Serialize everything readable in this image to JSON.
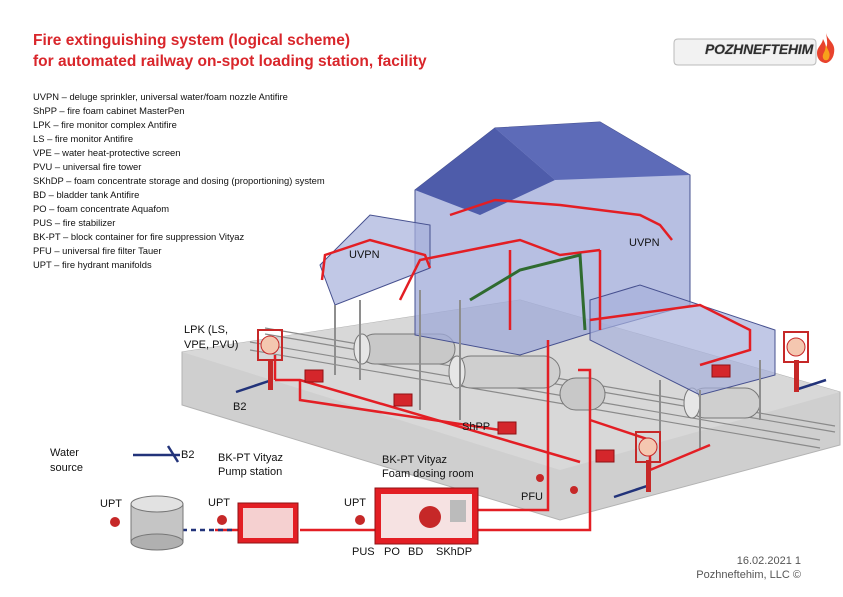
{
  "title": {
    "line1": "Fire extinguishing system (logical scheme)",
    "line2": "for automated railway on-spot loading station, facility"
  },
  "logo": {
    "text": "POZHNEFTEHIM",
    "icon": "flame-icon",
    "color": "#d9262b"
  },
  "legend": [
    "UVPN – deluge sprinkler, universal water/foam nozzle Antifire",
    "ShPP – fire foam cabinet MasterPen",
    "LPK – fire monitor complex Antifire",
    "LS – fire monitor Antifire",
    "VPE – water heat-protective screen",
    "PVU – universal fire tower",
    "SKhDP – foam concentrate storage and dosing (proportioning) system",
    "BD – bladder tank Antifire",
    "PO – foam concentrate Aquafom",
    "PUS – fire stabilizer",
    "BK-PT – block container for fire suppression Vityaz",
    "PFU – universal fire filter Tauer",
    "UPT – fire hydrant manifolds"
  ],
  "labels": {
    "uvpn_left": "UVPN",
    "uvpn_right": "UVPN",
    "lpk_line1": "LPK (LS,",
    "lpk_line2": "VPE, PVU)",
    "b2_top": "B2",
    "b2_water": "B2",
    "shpp": "ShPP",
    "water_line1": "Water",
    "water_line2": "source",
    "pump_line1": "BK-PT Vityaz",
    "pump_line2": "Pump station",
    "dosing_line1": "BK-PT Vityaz",
    "dosing_line2": "Foam dosing room",
    "upt_left": "UPT",
    "upt_mid": "UPT",
    "upt_right": "UPT",
    "pfu": "PFU",
    "pus": "PUS",
    "po": "PO",
    "bd": "BD",
    "skhdp": "SKhDP"
  },
  "footer": {
    "date": "16.02.2021 1",
    "company": "Pozhneftehim, LLC ©"
  },
  "colors": {
    "accent_red": "#d9262b",
    "pipe_red": "#e31e24",
    "building_blue": "#4a5aa8",
    "glass_blue": "#9aa6d6",
    "platform_grey": "#c9c9c9",
    "water_line_blue": "#22337a"
  }
}
